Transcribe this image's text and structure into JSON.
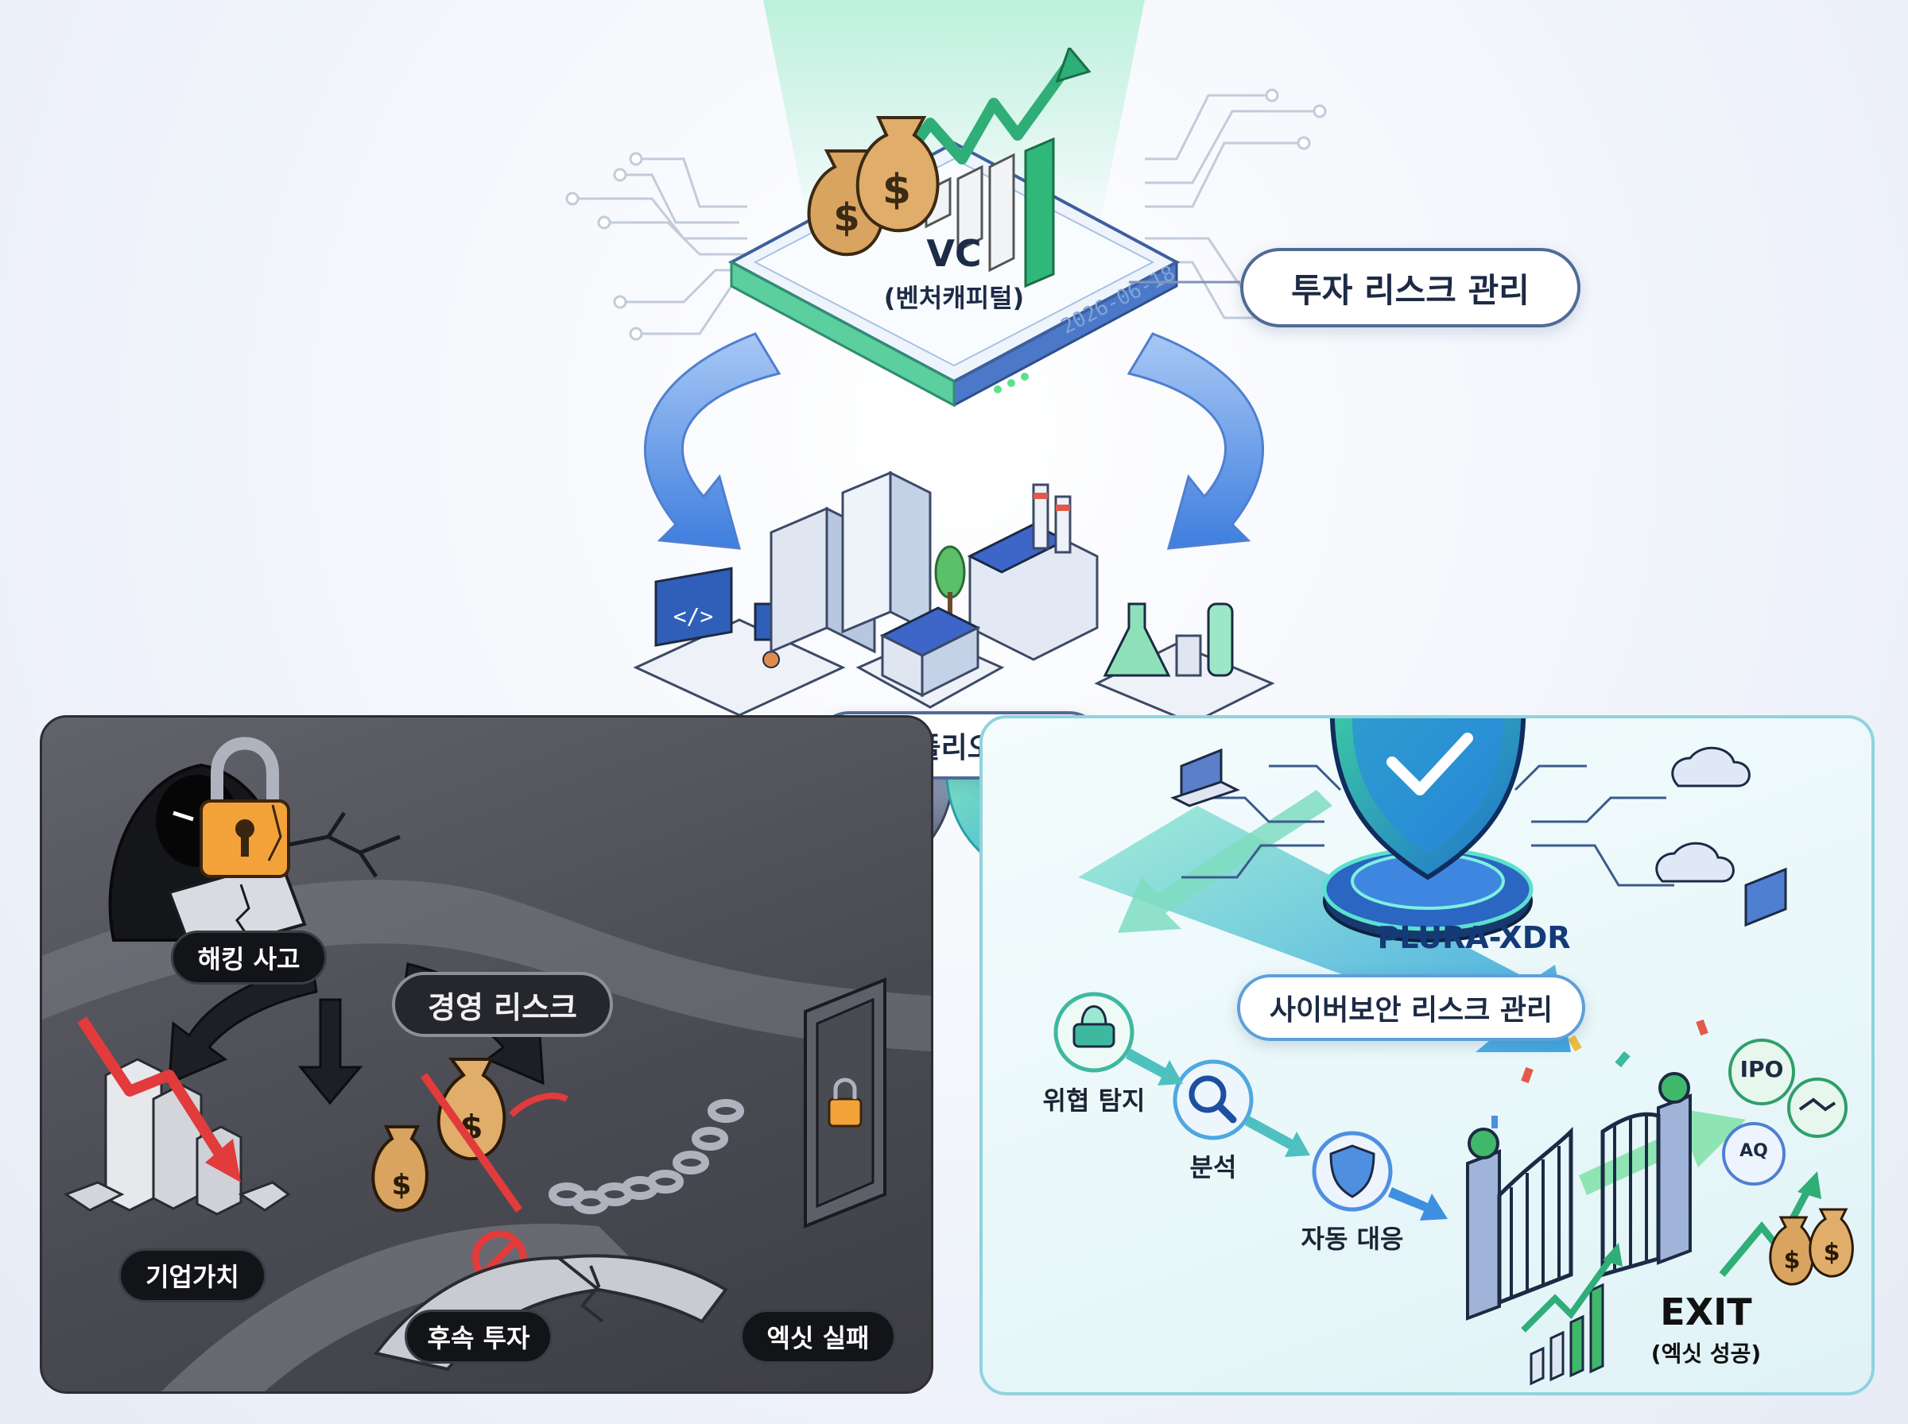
{
  "vc": {
    "title": "VC",
    "subtitle": "(벤처캐피털)",
    "date": "2026-06-18"
  },
  "investment_risk": {
    "label": "투자 리스크 관리"
  },
  "portfolio": {
    "label": "포트폴리오 기업"
  },
  "management_risk": {
    "label": "경영 리스크",
    "items": {
      "hacking": "해킹 사고",
      "value": "기업가치",
      "follow_on": "후속 투자",
      "exit_fail": "엑싯 실패"
    }
  },
  "cyber": {
    "product": "PLURA-XDR",
    "label": "사이버보안 리스크 관리",
    "steps": {
      "detect": "위협 탐지",
      "analyze": "분석",
      "respond": "자동 대응"
    },
    "ipo_badge": "IPO",
    "aqi_badge": "AQ",
    "exit_title": "EXIT",
    "exit_sub": "(엑싯 성공)"
  },
  "colors": {
    "blue_arrow": "#5b8fe0",
    "teal_arrow": "#3fc8b0",
    "dark_arrow": "#3a3c44",
    "red": "#e23b3b",
    "shield": "#1e7fd8"
  },
  "icons": {
    "money": "money-bag-icon",
    "growth": "growth-arrow-icon",
    "lock": "padlock-icon",
    "shield": "shield-check-icon",
    "search": "magnifier-icon",
    "alarm": "alarm-icon",
    "cloud": "cloud-icon",
    "handshake": "handshake-icon"
  }
}
